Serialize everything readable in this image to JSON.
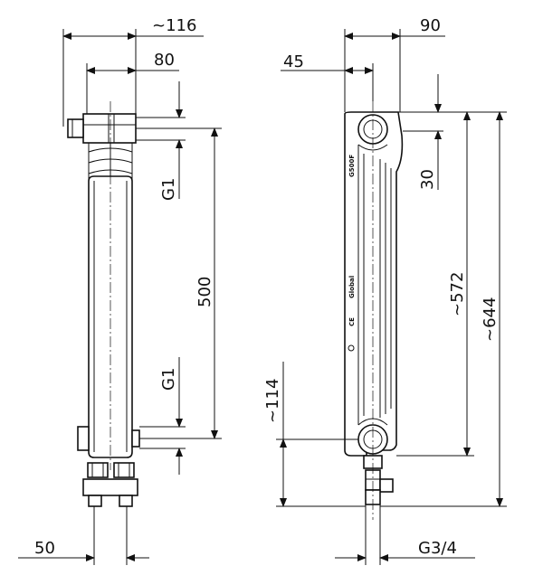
{
  "front_view": {
    "dimensions": {
      "overall_depth": "~116",
      "depth": "80",
      "connection_top": "G1",
      "center_distance": "500",
      "connection_bottom": "G1",
      "valve_offset": "50"
    }
  },
  "side_view": {
    "dimensions": {
      "width": "90",
      "inset": "45",
      "top_offset": "30",
      "height_body": "~572",
      "height_total": "~644",
      "bottom_offset": "~114",
      "valve_thread": "G3/4"
    },
    "model_label": "G500F",
    "brand_label": "Global",
    "ce_mark": "CE"
  }
}
